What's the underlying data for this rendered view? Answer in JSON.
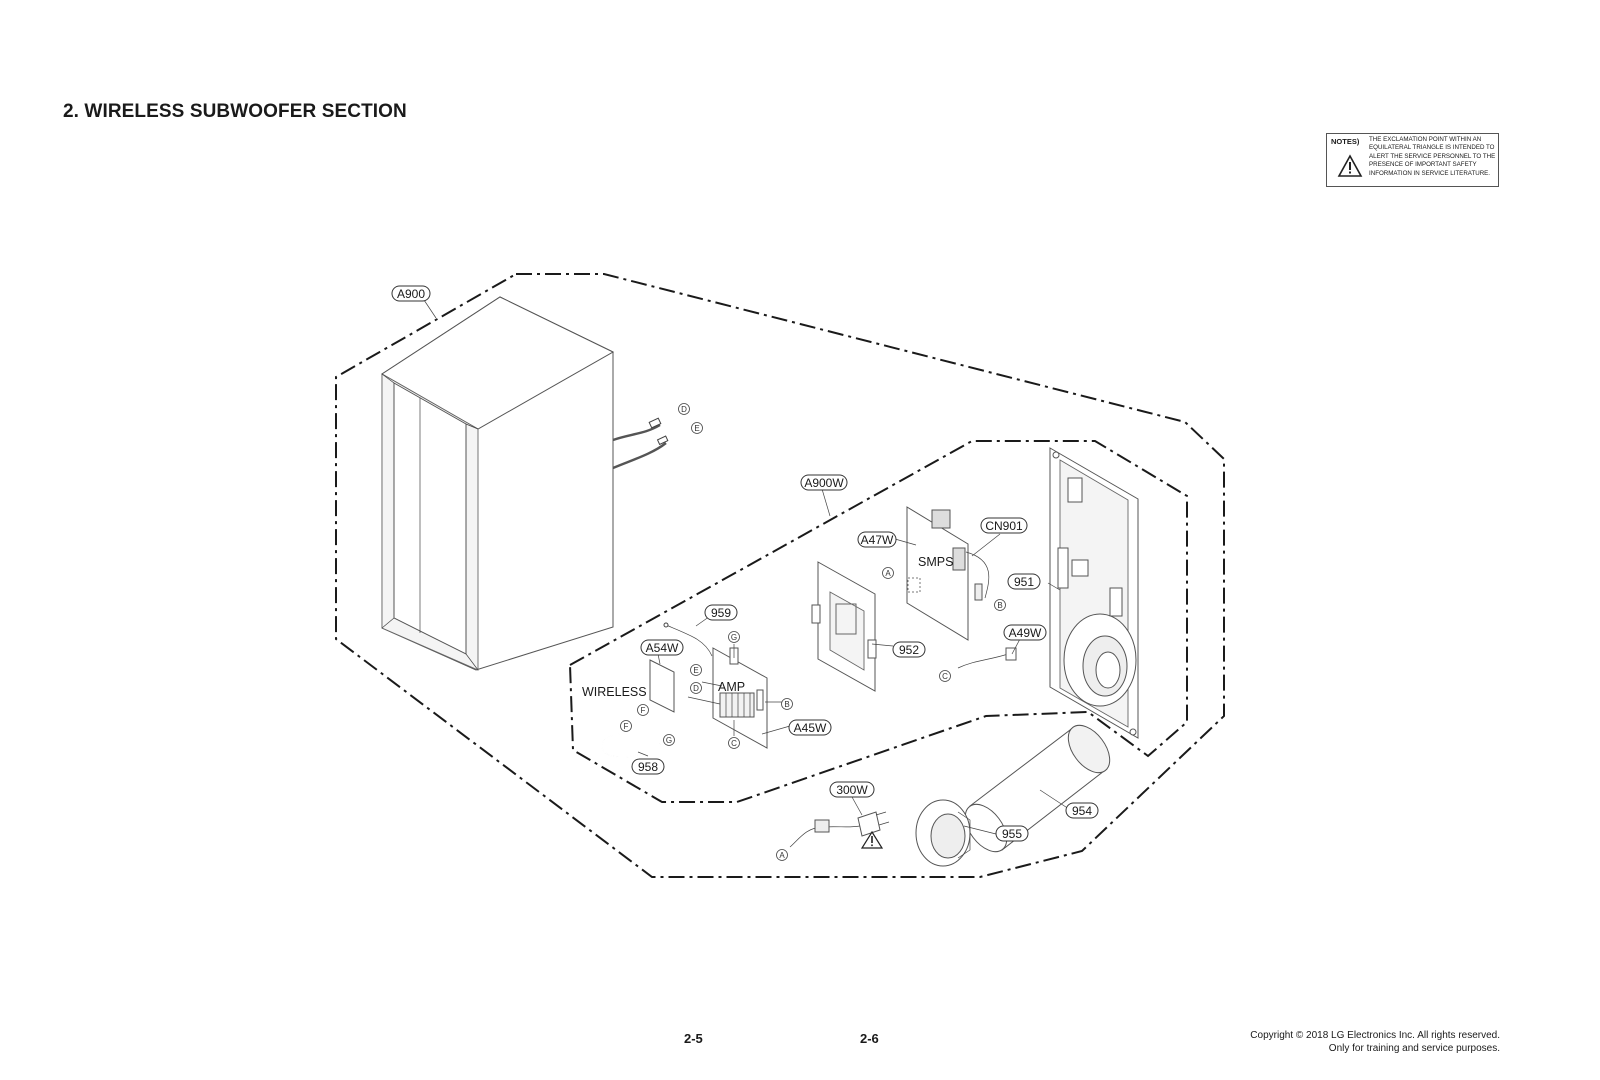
{
  "header": {
    "section_title": "2. WIRELESS SUBWOOFER SECTION"
  },
  "notes": {
    "label": "NOTES)",
    "text": "THE EXCLAMATION POINT WITHIN AN EQUILATERAL TRIANGLE IS INTENDED TO ALERT THE SERVICE PERSONNEL TO THE PRESENCE OF IMPORTANT SAFETY INFORMATION IN SERVICE LITERATURE.",
    "icon": "warning-triangle-icon"
  },
  "diagram": {
    "part_labels": {
      "a900": "A900",
      "a900w": "A900W",
      "a47w": "A47W",
      "cn901": "CN901",
      "p951": "951",
      "p952": "952",
      "a49w": "A49W",
      "p959": "959",
      "a54w": "A54W",
      "a45w": "A45W",
      "p958": "958",
      "a300w": "300W",
      "p954": "954",
      "p955": "955"
    },
    "board_labels": {
      "smps": "SMPS",
      "amp": "AMP",
      "wireless": "WIRELESS"
    },
    "connector_points": {
      "a": "A",
      "b": "B",
      "c": "C",
      "d": "D",
      "e": "E",
      "f": "F",
      "g": "G"
    }
  },
  "footer": {
    "page_left": "2-5",
    "page_right": "2-6",
    "copyright_line1": "Copyright © 2018 LG Electronics Inc. All rights reserved.",
    "copyright_line2": "Only for training and service purposes."
  }
}
